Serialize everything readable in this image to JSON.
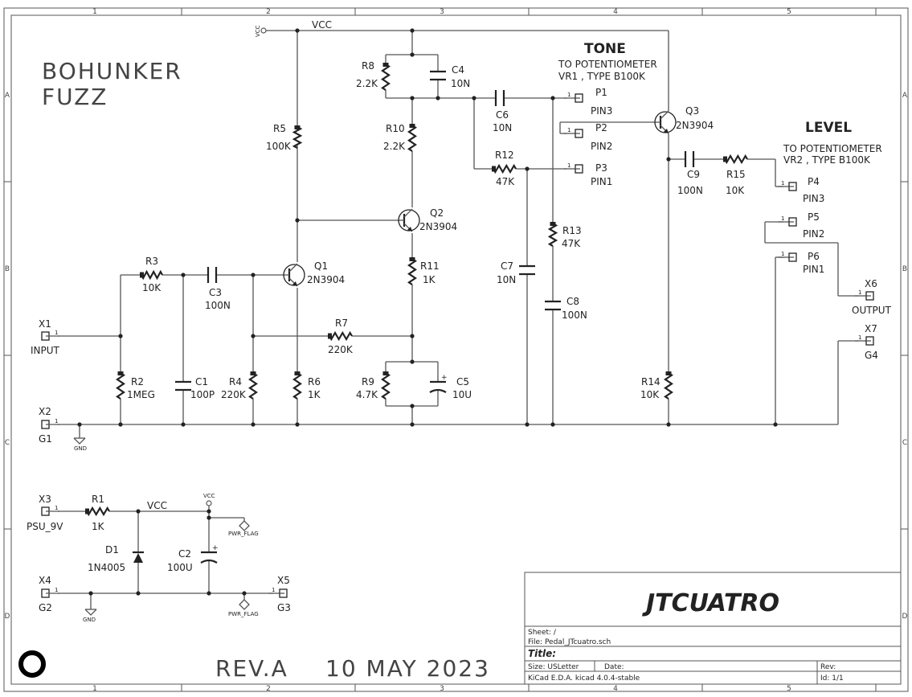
{
  "border": {
    "columns": [
      "1",
      "2",
      "3",
      "4",
      "5"
    ],
    "rows": [
      "A",
      "B",
      "C",
      "D"
    ]
  },
  "project": {
    "name_line1": "BOHUNKER",
    "name_line2": "FUZZ",
    "revision": "REV.A",
    "date": "10 MAY 2023"
  },
  "net_labels": {
    "vcc_top": "VCC",
    "vcc_small": "VCC",
    "vcc_psu": "VCC",
    "vcc_small2": "VCC",
    "gnd1": "GND",
    "gnd2": "GND",
    "pwr_flag1": "PWR_FLAG",
    "pwr_flag2": "PWR_FLAG"
  },
  "sections": {
    "tone_title": "TONE",
    "tone_sub1": "TO POTENTIOMETER",
    "tone_sub2": "VR1 , TYPE B100K",
    "level_title": "LEVEL",
    "level_sub1": "TO POTENTIOMETER",
    "level_sub2": "VR2 , TYPE B100K"
  },
  "components": {
    "R1": {
      "ref": "R1",
      "value": "1K"
    },
    "R2": {
      "ref": "R2",
      "value": "1MEG"
    },
    "R3": {
      "ref": "R3",
      "value": "10K"
    },
    "R4": {
      "ref": "R4",
      "value": "220K"
    },
    "R5": {
      "ref": "R5",
      "value": "100K"
    },
    "R6": {
      "ref": "R6",
      "value": "1K"
    },
    "R7": {
      "ref": "R7",
      "value": "220K"
    },
    "R8": {
      "ref": "R8",
      "value": "2.2K"
    },
    "R9": {
      "ref": "R9",
      "value": "4.7K"
    },
    "R10": {
      "ref": "R10",
      "value": "2.2K"
    },
    "R11": {
      "ref": "R11",
      "value": "1K"
    },
    "R12": {
      "ref": "R12",
      "value": "47K"
    },
    "R13": {
      "ref": "R13",
      "value": "47K"
    },
    "R14": {
      "ref": "R14",
      "value": "10K"
    },
    "R15": {
      "ref": "R15",
      "value": "10K"
    },
    "C1": {
      "ref": "C1",
      "value": "100P"
    },
    "C2": {
      "ref": "C2",
      "value": "100U"
    },
    "C3": {
      "ref": "C3",
      "value": "100N"
    },
    "C4": {
      "ref": "C4",
      "value": "10N"
    },
    "C5": {
      "ref": "C5",
      "value": "10U"
    },
    "C6": {
      "ref": "C6",
      "value": "10N"
    },
    "C7": {
      "ref": "C7",
      "value": "10N"
    },
    "C8": {
      "ref": "C8",
      "value": "100N"
    },
    "C9": {
      "ref": "C9",
      "value": "100N"
    },
    "Q1": {
      "ref": "Q1",
      "value": "2N3904"
    },
    "Q2": {
      "ref": "Q2",
      "value": "2N3904"
    },
    "Q3": {
      "ref": "Q3",
      "value": "2N3904"
    },
    "D1": {
      "ref": "D1",
      "value": "1N4005"
    },
    "P1": {
      "ref": "P1",
      "value": "PIN3"
    },
    "P2": {
      "ref": "P2",
      "value": "PIN2"
    },
    "P3": {
      "ref": "P3",
      "value": "PIN1"
    },
    "P4": {
      "ref": "P4",
      "value": "PIN3"
    },
    "P5": {
      "ref": "P5",
      "value": "PIN2"
    },
    "P6": {
      "ref": "P6",
      "value": "PIN1"
    },
    "X1": {
      "ref": "X1",
      "value": "INPUT"
    },
    "X2": {
      "ref": "X2",
      "value": "G1"
    },
    "X3": {
      "ref": "X3",
      "value": "PSU_9V"
    },
    "X4": {
      "ref": "X4",
      "value": "G2"
    },
    "X5": {
      "ref": "X5",
      "value": "G3"
    },
    "X6": {
      "ref": "X6",
      "value": "OUTPUT"
    },
    "X7": {
      "ref": "X7",
      "value": "G4"
    }
  },
  "title_block": {
    "project_title": "JTCUATRO",
    "sheet": "Sheet: /",
    "file": "File: Pedal_JTcuatro.sch",
    "title_label": "Title:",
    "size": "Size: USLetter",
    "date_label": "Date:",
    "rev_label": "Rev:",
    "kicad": "KiCad E.D.A.  kicad 4.0.4-stable",
    "id": "Id: 1/1"
  }
}
